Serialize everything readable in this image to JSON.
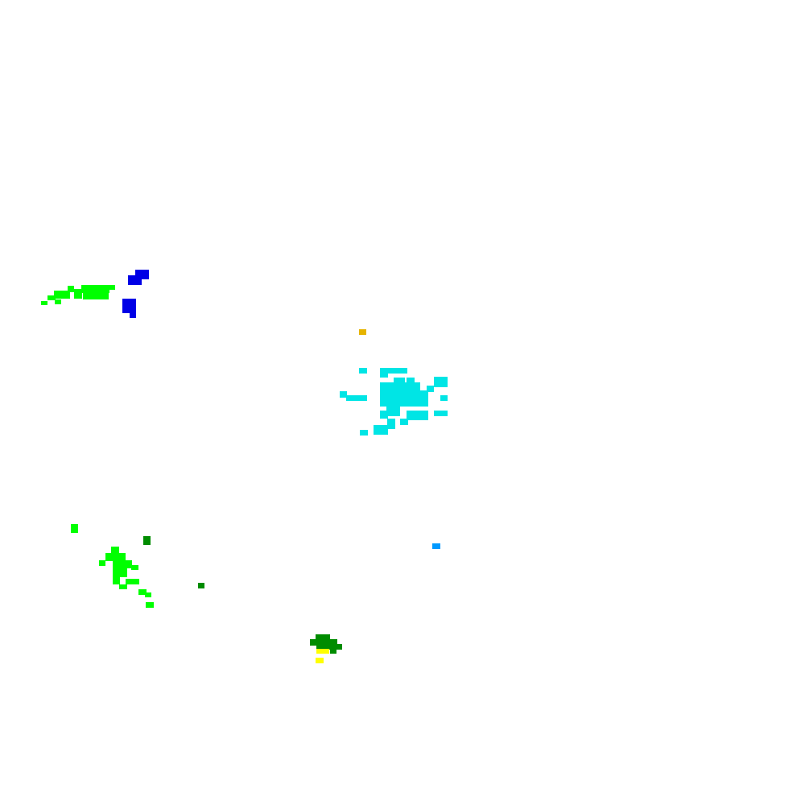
{
  "colors": {
    "background": "#ffffff",
    "bright_green": "#00ff00",
    "blue": "#0000e6",
    "cyan": "#00e5e5",
    "gold": "#e6b400",
    "sky_blue": "#0099ff",
    "dark_green": "#008c00",
    "yellow": "#ffff00"
  },
  "clusters": [
    {
      "name": "green-cluster-top-left",
      "color": "bright_green"
    },
    {
      "name": "blue-cluster-top",
      "color": "blue"
    },
    {
      "name": "gold-speck",
      "color": "gold"
    },
    {
      "name": "cyan-cluster-center",
      "color": "cyan"
    },
    {
      "name": "green-cluster-bottom-left",
      "color": "bright_green"
    },
    {
      "name": "dark-green-speck-1",
      "color": "dark_green"
    },
    {
      "name": "dark-green-speck-2",
      "color": "dark_green"
    },
    {
      "name": "sky-blue-speck",
      "color": "sky_blue"
    },
    {
      "name": "dark-green-cluster-bottom",
      "color": "dark_green"
    },
    {
      "name": "yellow-cluster-bottom",
      "color": "yellow"
    }
  ]
}
